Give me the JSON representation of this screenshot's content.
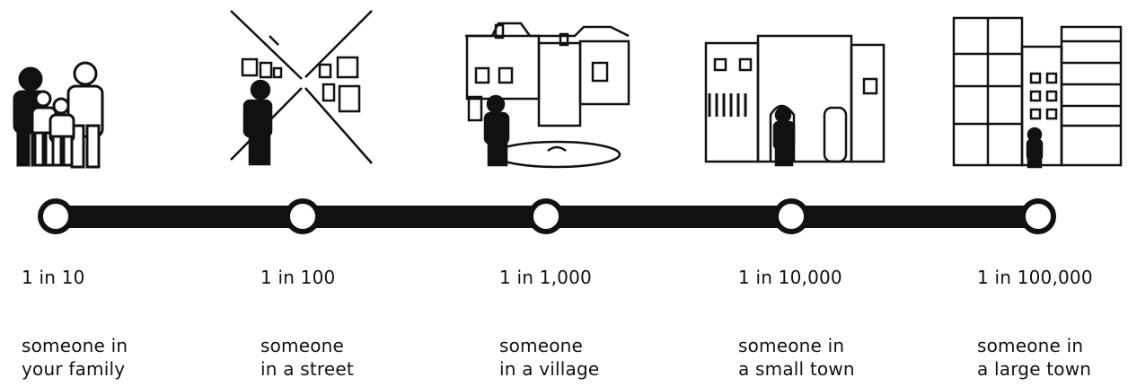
{
  "colors": {
    "ink": "#111111",
    "background": "#ffffff",
    "node_fill": "#ffffff"
  },
  "stages": [
    {
      "illustration": "family-icon",
      "ratio": "1 in 10",
      "description": "someone in\nyour family"
    },
    {
      "illustration": "street-icon",
      "ratio": "1 in 100",
      "description": "someone\nin a street"
    },
    {
      "illustration": "village-icon",
      "ratio": "1 in 1,000",
      "description": "someone\nin a village"
    },
    {
      "illustration": "small-town-icon",
      "ratio": "1 in 10,000",
      "description": "someone in\na small town"
    },
    {
      "illustration": "large-town-icon",
      "ratio": "1 in 100,000",
      "description": "someone in\na large town"
    }
  ]
}
